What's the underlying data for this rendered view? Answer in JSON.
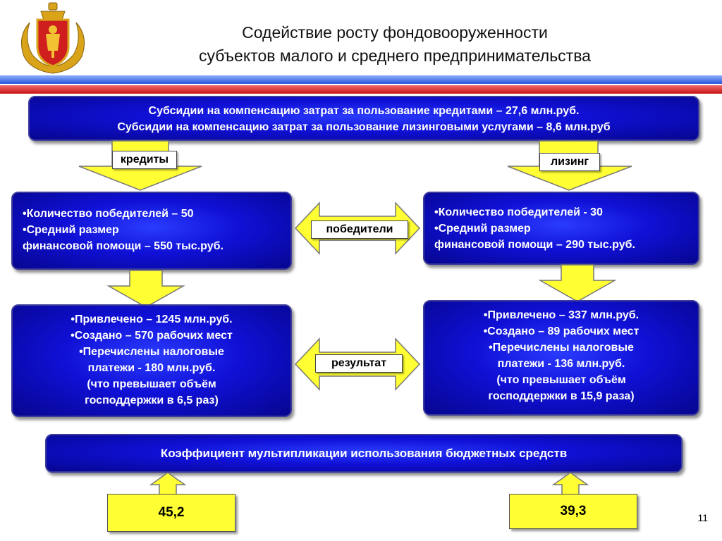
{
  "header": {
    "title_line1": "Содействие росту фондовооруженности",
    "title_line2": "субъектов малого и среднего предпринимательства"
  },
  "top_box": {
    "line1": "Субсидии на компенсацию затрат за пользование кредитами – 27,6 млн.руб.",
    "line2": "Субсидии на компенсацию затрат за пользование лизинговыми услугами – 8,6 млн.руб"
  },
  "labels": {
    "credits": "кредиты",
    "leasing": "лизинг",
    "winners": "победители",
    "result": "результат"
  },
  "left_winners": {
    "line1": "•Количество победителей – 50",
    "line2": "•Средний размер",
    "line3": "финансовой помощи – 550 тыс.руб."
  },
  "right_winners": {
    "line1": "•Количество победителей -  30",
    "line2": "•Средний размер",
    "line3": "финансовой помощи – 290 тыс.руб."
  },
  "left_result": {
    "line1": "•Привлечено – 1245 млн.руб.",
    "line2": "•Создано – 570 рабочих мест",
    "line3": "•Перечислены налоговые",
    "line4": "платежи  - 180 млн.руб.",
    "line5": "(что превышает объём",
    "line6": "господдержки в 6,5 раз)"
  },
  "right_result": {
    "line1": "•Привлечено – 337 млн.руб.",
    "line2": "•Создано – 89 рабочих мест",
    "line3": "•Перечислены налоговые",
    "line4": "платежи  - 136 млн.руб.",
    "line5": "(что превышает объём",
    "line6": "господдержки  в 15,9 раза)"
  },
  "bottom_box": {
    "text": "Коэффициент мультипликации использования бюджетных средств"
  },
  "values": {
    "left": "45,2",
    "right": "39,3"
  },
  "page_number": "11",
  "colors": {
    "box_blue": "#1010d6",
    "arrow_yellow": "#ffff33",
    "stripe_blue": "#2a55d8",
    "stripe_red": "#c81414"
  }
}
